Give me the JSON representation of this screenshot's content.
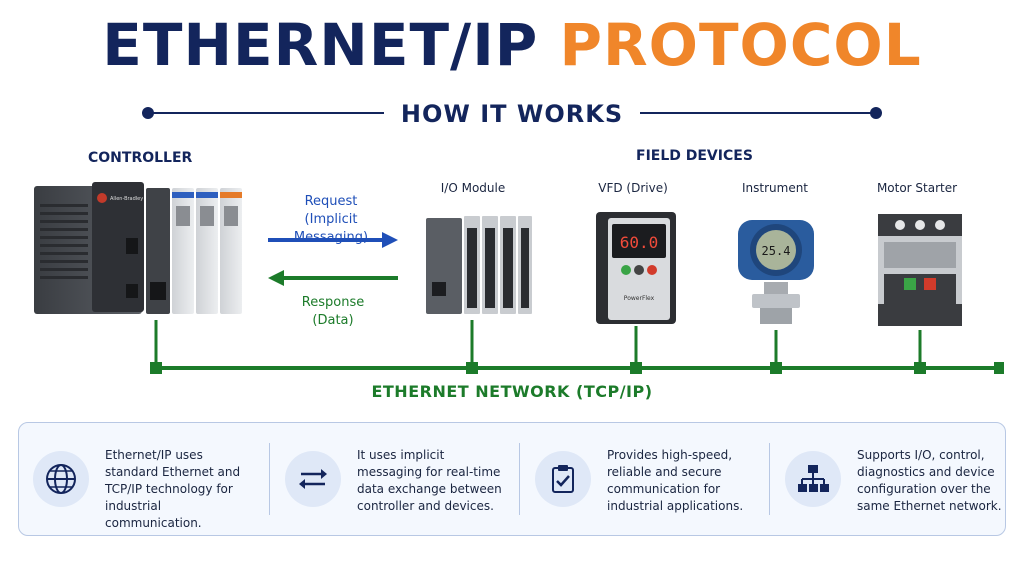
{
  "title": {
    "part1": "ETHERNET/IP",
    "part2": "PROTOCOL"
  },
  "subtitle": "HOW IT WORKS",
  "controller": {
    "label": "CONTROLLER",
    "brand": "Allen-Bradley"
  },
  "field_devices": {
    "label": "FIELD DEVICES",
    "items": [
      {
        "label": "I/O Module"
      },
      {
        "label": "VFD (Drive)",
        "display": "60.0",
        "brand": "PowerFlex"
      },
      {
        "label": "Instrument",
        "display": "25.4"
      },
      {
        "label": "Motor Starter"
      }
    ]
  },
  "request": {
    "line1": "Request",
    "line2": "(Implicit Messaging)"
  },
  "response": {
    "line1": "Response",
    "line2": "(Data)"
  },
  "network_label": "ETHERNET NETWORK (TCP/IP)",
  "features": [
    {
      "icon": "globe-icon",
      "text": "Ethernet/IP uses standard Ethernet and TCP/IP technology for industrial communication."
    },
    {
      "icon": "exchange-arrows-icon",
      "text": "It uses implicit messaging for real-time data exchange between controller and devices."
    },
    {
      "icon": "clipboard-check-icon",
      "text": "Provides high-speed, reliable and secure communication for industrial applications."
    },
    {
      "icon": "network-hierarchy-icon",
      "text": "Supports I/O, control, diagnostics and device configuration over the same Ethernet network."
    }
  ],
  "colors": {
    "navy": "#13255c",
    "orange": "#f0862a",
    "green": "#1c7b2a",
    "blue": "#1f4fb8"
  }
}
